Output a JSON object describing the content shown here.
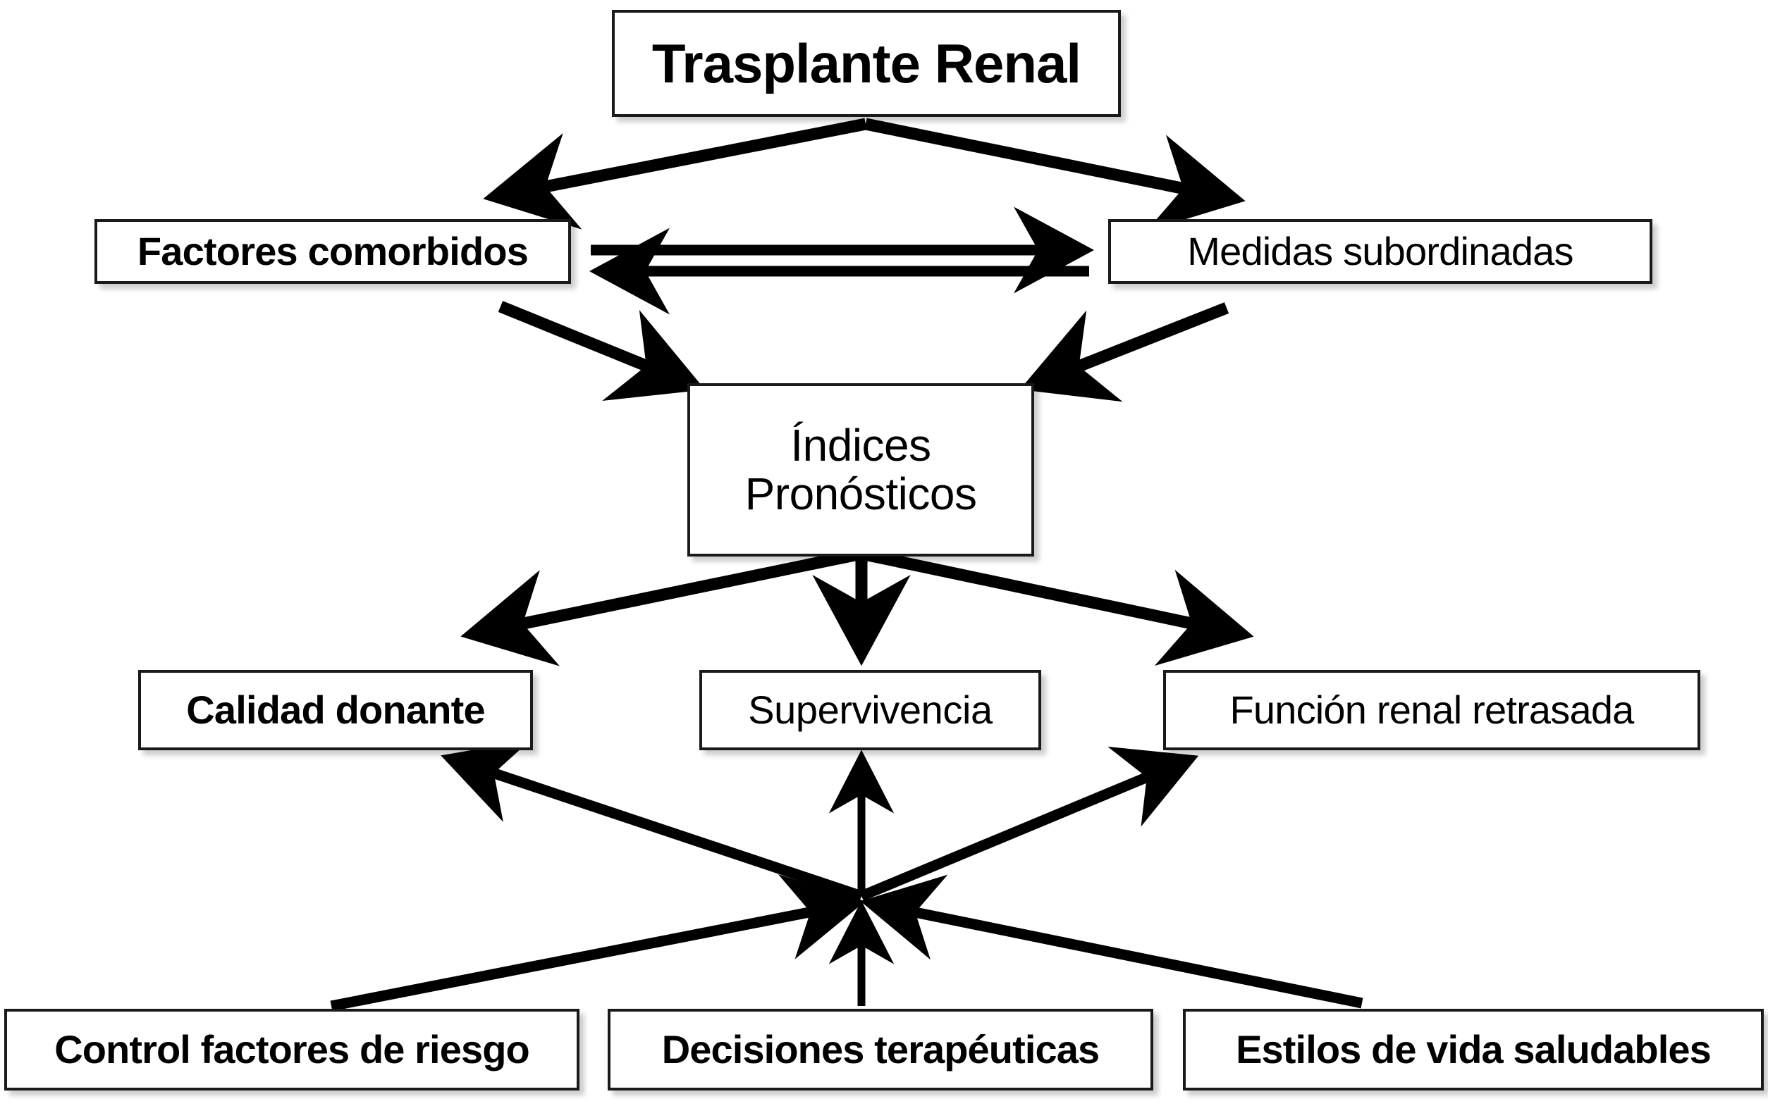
{
  "diagram": {
    "title": "Trasplante Renal",
    "background_color": "#ffffff",
    "stroke_color": "#1a1a1a",
    "nodes": {
      "trasplante": {
        "label": "Trasplante Renal"
      },
      "comorbidos": {
        "label": "Factores comorbidos"
      },
      "medidas": {
        "label": "Medidas subordinadas"
      },
      "indices": {
        "label": "Índices\nPronósticos"
      },
      "calidad": {
        "label": "Calidad donante"
      },
      "supervivencia": {
        "label": "Supervivencia"
      },
      "funcion": {
        "label": "Función renal retrasada"
      },
      "control": {
        "label": "Control factores de riesgo"
      },
      "decisiones": {
        "label": "Decisiones terapéuticas"
      },
      "estilos": {
        "label": "Estilos de vida saludables"
      }
    },
    "edges": [
      {
        "name": "trasplante-to-comorbidos",
        "from": "trasplante",
        "to": "comorbidos",
        "style": "single-arrow"
      },
      {
        "name": "trasplante-to-medidas",
        "from": "trasplante",
        "to": "medidas",
        "style": "single-arrow"
      },
      {
        "name": "comorbidos-to-medidas",
        "from": "comorbidos",
        "to": "medidas",
        "style": "single-arrow"
      },
      {
        "name": "medidas-to-comorbidos",
        "from": "medidas",
        "to": "comorbidos",
        "style": "single-arrow"
      },
      {
        "name": "comorbidos-to-indices",
        "from": "comorbidos",
        "to": "indices",
        "style": "single-arrow"
      },
      {
        "name": "medidas-to-indices",
        "from": "medidas",
        "to": "indices",
        "style": "single-arrow"
      },
      {
        "name": "indices-to-calidad",
        "from": "indices",
        "to": "calidad",
        "style": "single-arrow"
      },
      {
        "name": "indices-to-supervivencia",
        "from": "indices",
        "to": "supervivencia",
        "style": "single-arrow"
      },
      {
        "name": "indices-to-funcion",
        "from": "indices",
        "to": "funcion",
        "style": "single-arrow"
      },
      {
        "name": "hub-to-calidad",
        "from": "hub",
        "to": "calidad",
        "style": "single-arrow"
      },
      {
        "name": "hub-to-supervivencia",
        "from": "hub",
        "to": "supervivencia",
        "style": "single-arrow"
      },
      {
        "name": "hub-to-funcion",
        "from": "hub",
        "to": "funcion",
        "style": "single-arrow"
      },
      {
        "name": "control-to-hub",
        "from": "control",
        "to": "hub",
        "style": "single-arrow"
      },
      {
        "name": "decisiones-to-hub",
        "from": "decisiones",
        "to": "hub",
        "style": "single-arrow"
      },
      {
        "name": "estilos-to-hub",
        "from": "estilos",
        "to": "hub",
        "style": "single-arrow"
      }
    ]
  }
}
